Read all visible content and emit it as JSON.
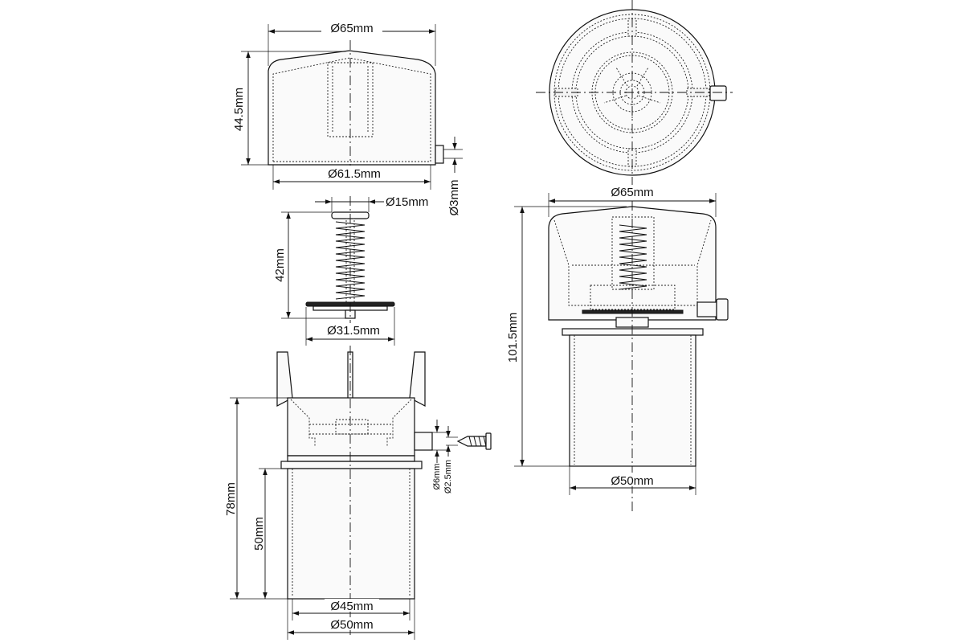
{
  "labels": {
    "cap_diameter_top": "Ø65mm",
    "cap_height": "44.5mm",
    "cap_inner_diameter": "Ø61.5mm",
    "cap_pin_diameter": "Ø3mm",
    "stem_diameter": "Ø15mm",
    "spring_height": "42mm",
    "seal_diameter": "Ø31.5mm",
    "body_height": "78mm",
    "pipe_height": "50mm",
    "pipe_inner_diameter": "Ø45mm",
    "pipe_outer_diameter_left": "Ø50mm",
    "screw_diameter": "Ø6mm",
    "screw_core_diameter": "Ø2.5mm",
    "assembled_diameter": "Ø65mm",
    "assembled_height": "101.5mm",
    "assembled_pipe_diameter": "Ø50mm"
  }
}
